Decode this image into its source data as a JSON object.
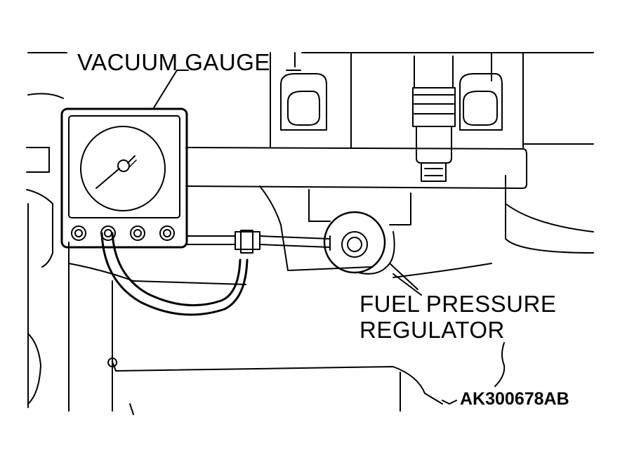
{
  "labels": {
    "vacuum_gauge": "VACUUM GAUGE",
    "fuel_pressure_line1": "FUEL PRESSURE",
    "fuel_pressure_line2": "REGULATOR",
    "figure_code": "AK300678AB"
  },
  "colors": {
    "line": "#000000",
    "background": "#ffffff"
  }
}
